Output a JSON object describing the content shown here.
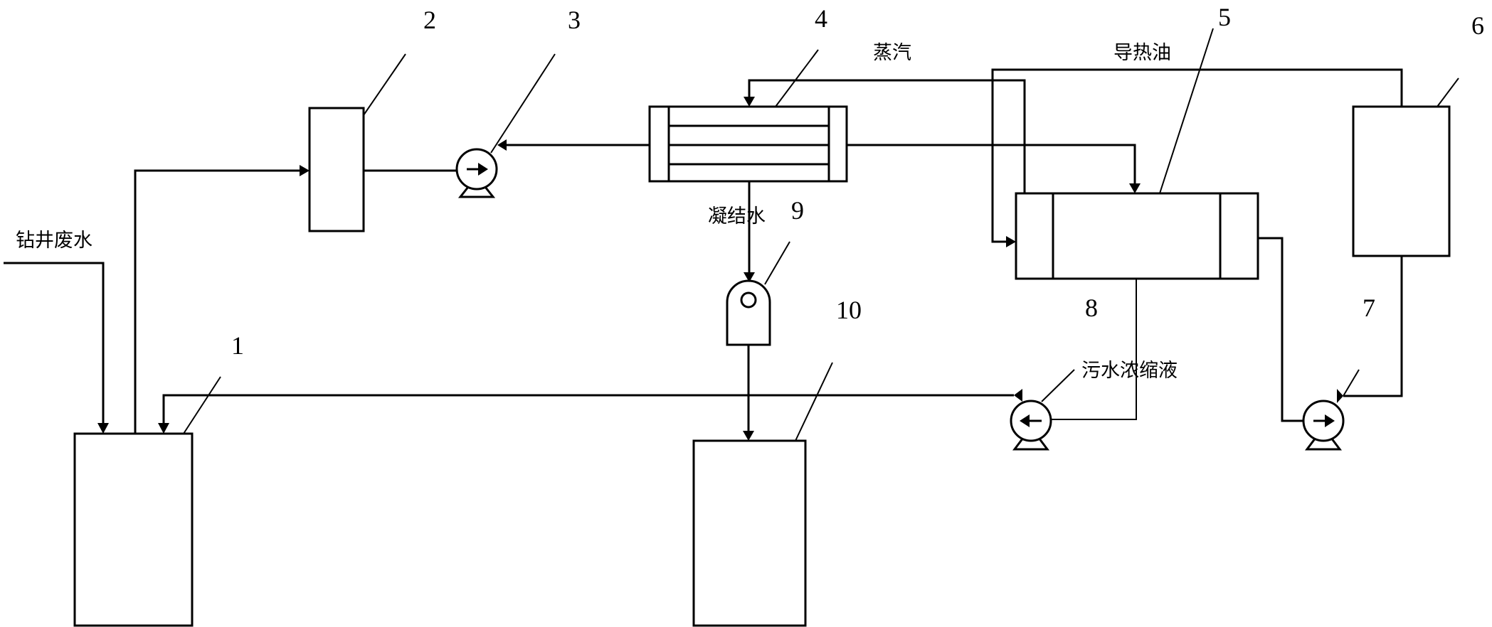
{
  "labels": {
    "drilling_wastewater": "钻井废水",
    "steam": "蒸汽",
    "heat_transfer_oil": "导热油",
    "condensate_water": "凝结水",
    "wastewater_concentrate": "污水浓缩液"
  },
  "numbers": {
    "n1": "1",
    "n2": "2",
    "n3": "3",
    "n4": "4",
    "n5": "5",
    "n6": "6",
    "n7": "7",
    "n8": "8",
    "n9": "9",
    "n10": "10"
  }
}
